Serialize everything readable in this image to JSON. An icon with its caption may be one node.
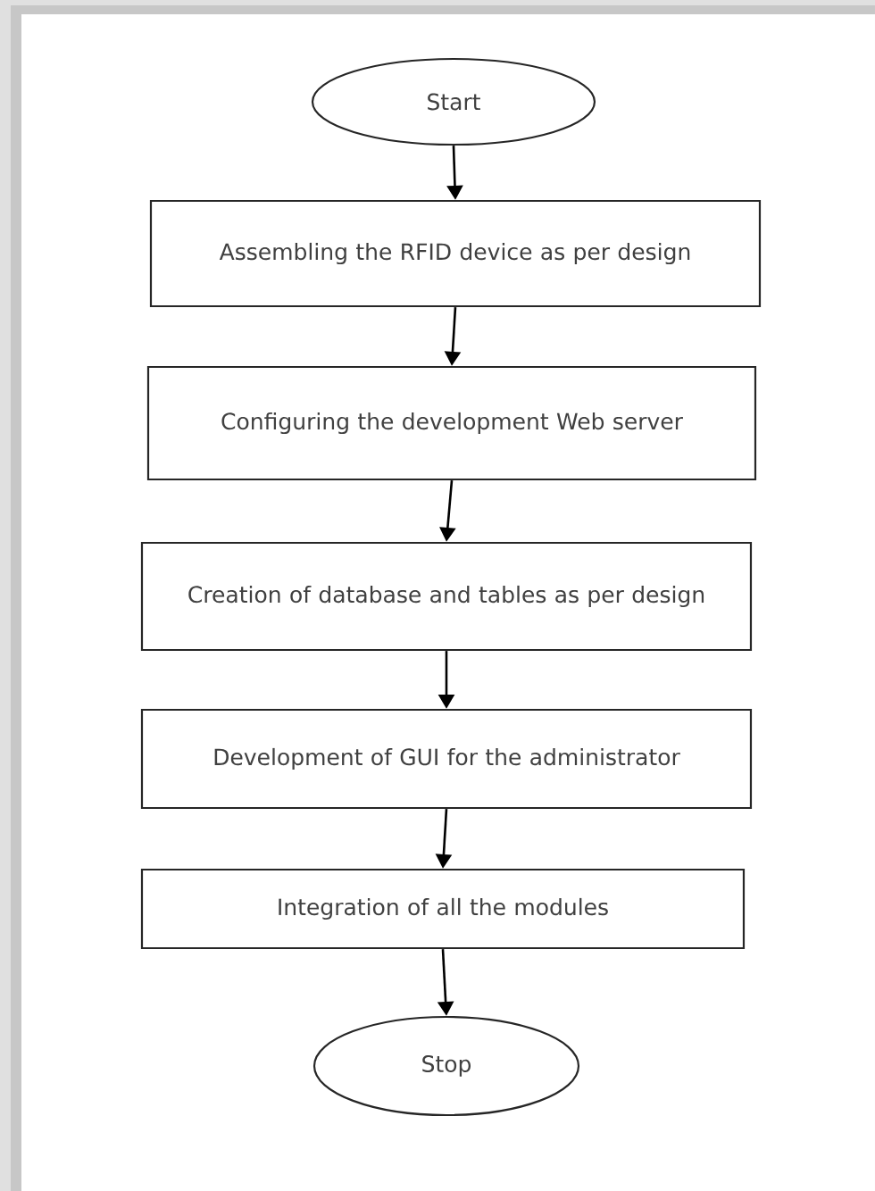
{
  "diagram": {
    "nodes": [
      {
        "text": [
          "Start"
        ]
      },
      {
        "text": [
          "Assembling the RFID device as per design"
        ]
      },
      {
        "text": [
          "Configuring the development Web server"
        ]
      },
      {
        "text": [
          "Creation of database and tables as per design"
        ]
      },
      {
        "text": [
          "Development of GUI for the administrator"
        ]
      },
      {
        "text": [
          "Integration of all the modules"
        ]
      },
      {
        "text": [
          "Stop"
        ]
      }
    ],
    "edges": [
      {
        "from": 0,
        "to": 1,
        "arrow": "to"
      },
      {
        "from": 1,
        "to": 2,
        "arrow": "to"
      },
      {
        "from": 2,
        "to": 3,
        "arrow": "to"
      },
      {
        "from": 3,
        "to": 4,
        "arrow": "to"
      },
      {
        "from": 4,
        "to": 5,
        "arrow": "to"
      },
      {
        "from": 5,
        "to": 6,
        "arrow": "to"
      }
    ]
  }
}
